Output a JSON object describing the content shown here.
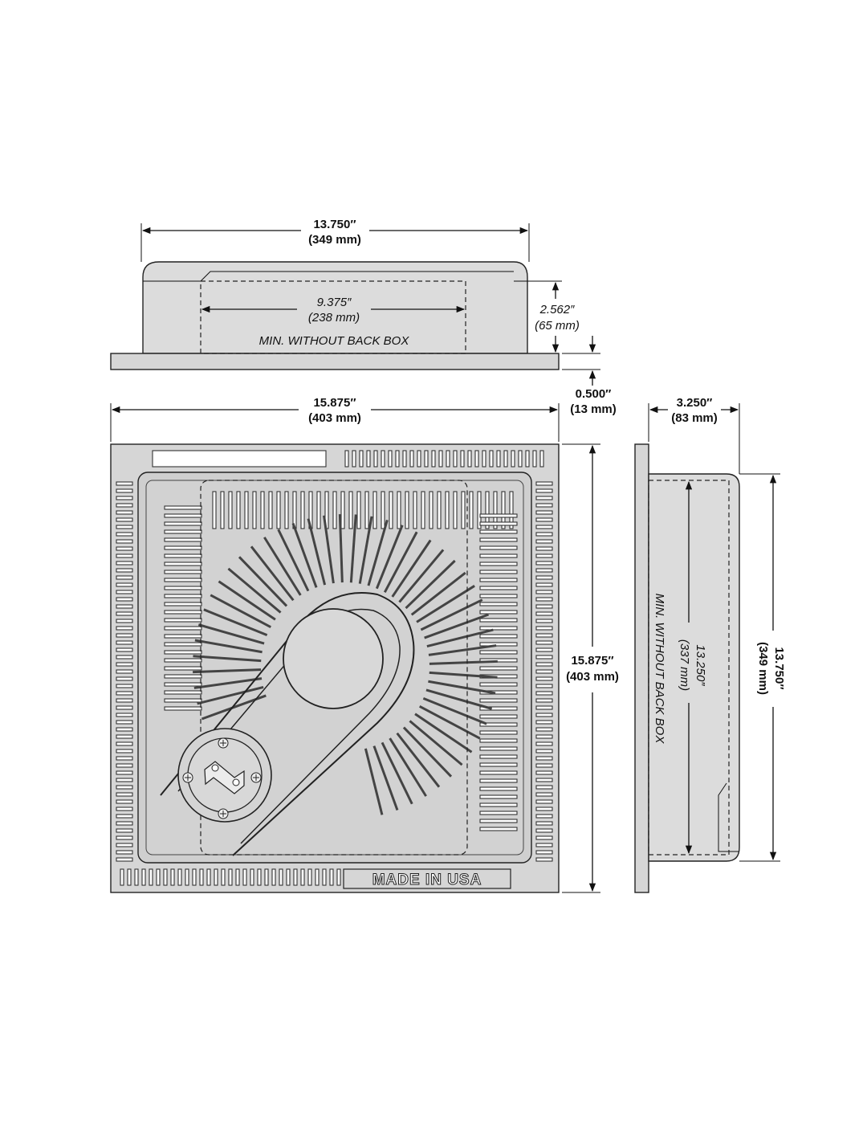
{
  "top_view": {
    "overall_width": {
      "inch": "13.750″",
      "mm": "(349 mm)"
    },
    "inner_width": {
      "inch": "9.375″",
      "mm": "(238 mm)"
    },
    "inner_note": "MIN. WITHOUT BACK BOX",
    "depth": {
      "inch": "2.562″",
      "mm": "(65 mm)"
    },
    "flange": {
      "inch": "0.500″",
      "mm": "(13 mm)"
    }
  },
  "front_view": {
    "width": {
      "inch": "15.875″",
      "mm": "(403 mm)"
    },
    "height": {
      "inch": "15.875″",
      "mm": "(403 mm)"
    },
    "stamp": "MADE IN USA"
  },
  "side_view": {
    "depth": {
      "inch": "3.250″",
      "mm": "(83 mm)"
    },
    "overall_height": {
      "inch": "13.750″",
      "mm": "(349 mm)"
    },
    "inner_height": {
      "inch": "13.250″",
      "mm": "(337 mm)"
    },
    "inner_note": "MIN. WITHOUT BACK BOX"
  },
  "colors": {
    "line": "#111111",
    "fill": "#d6d6d6",
    "background": "#ffffff"
  }
}
